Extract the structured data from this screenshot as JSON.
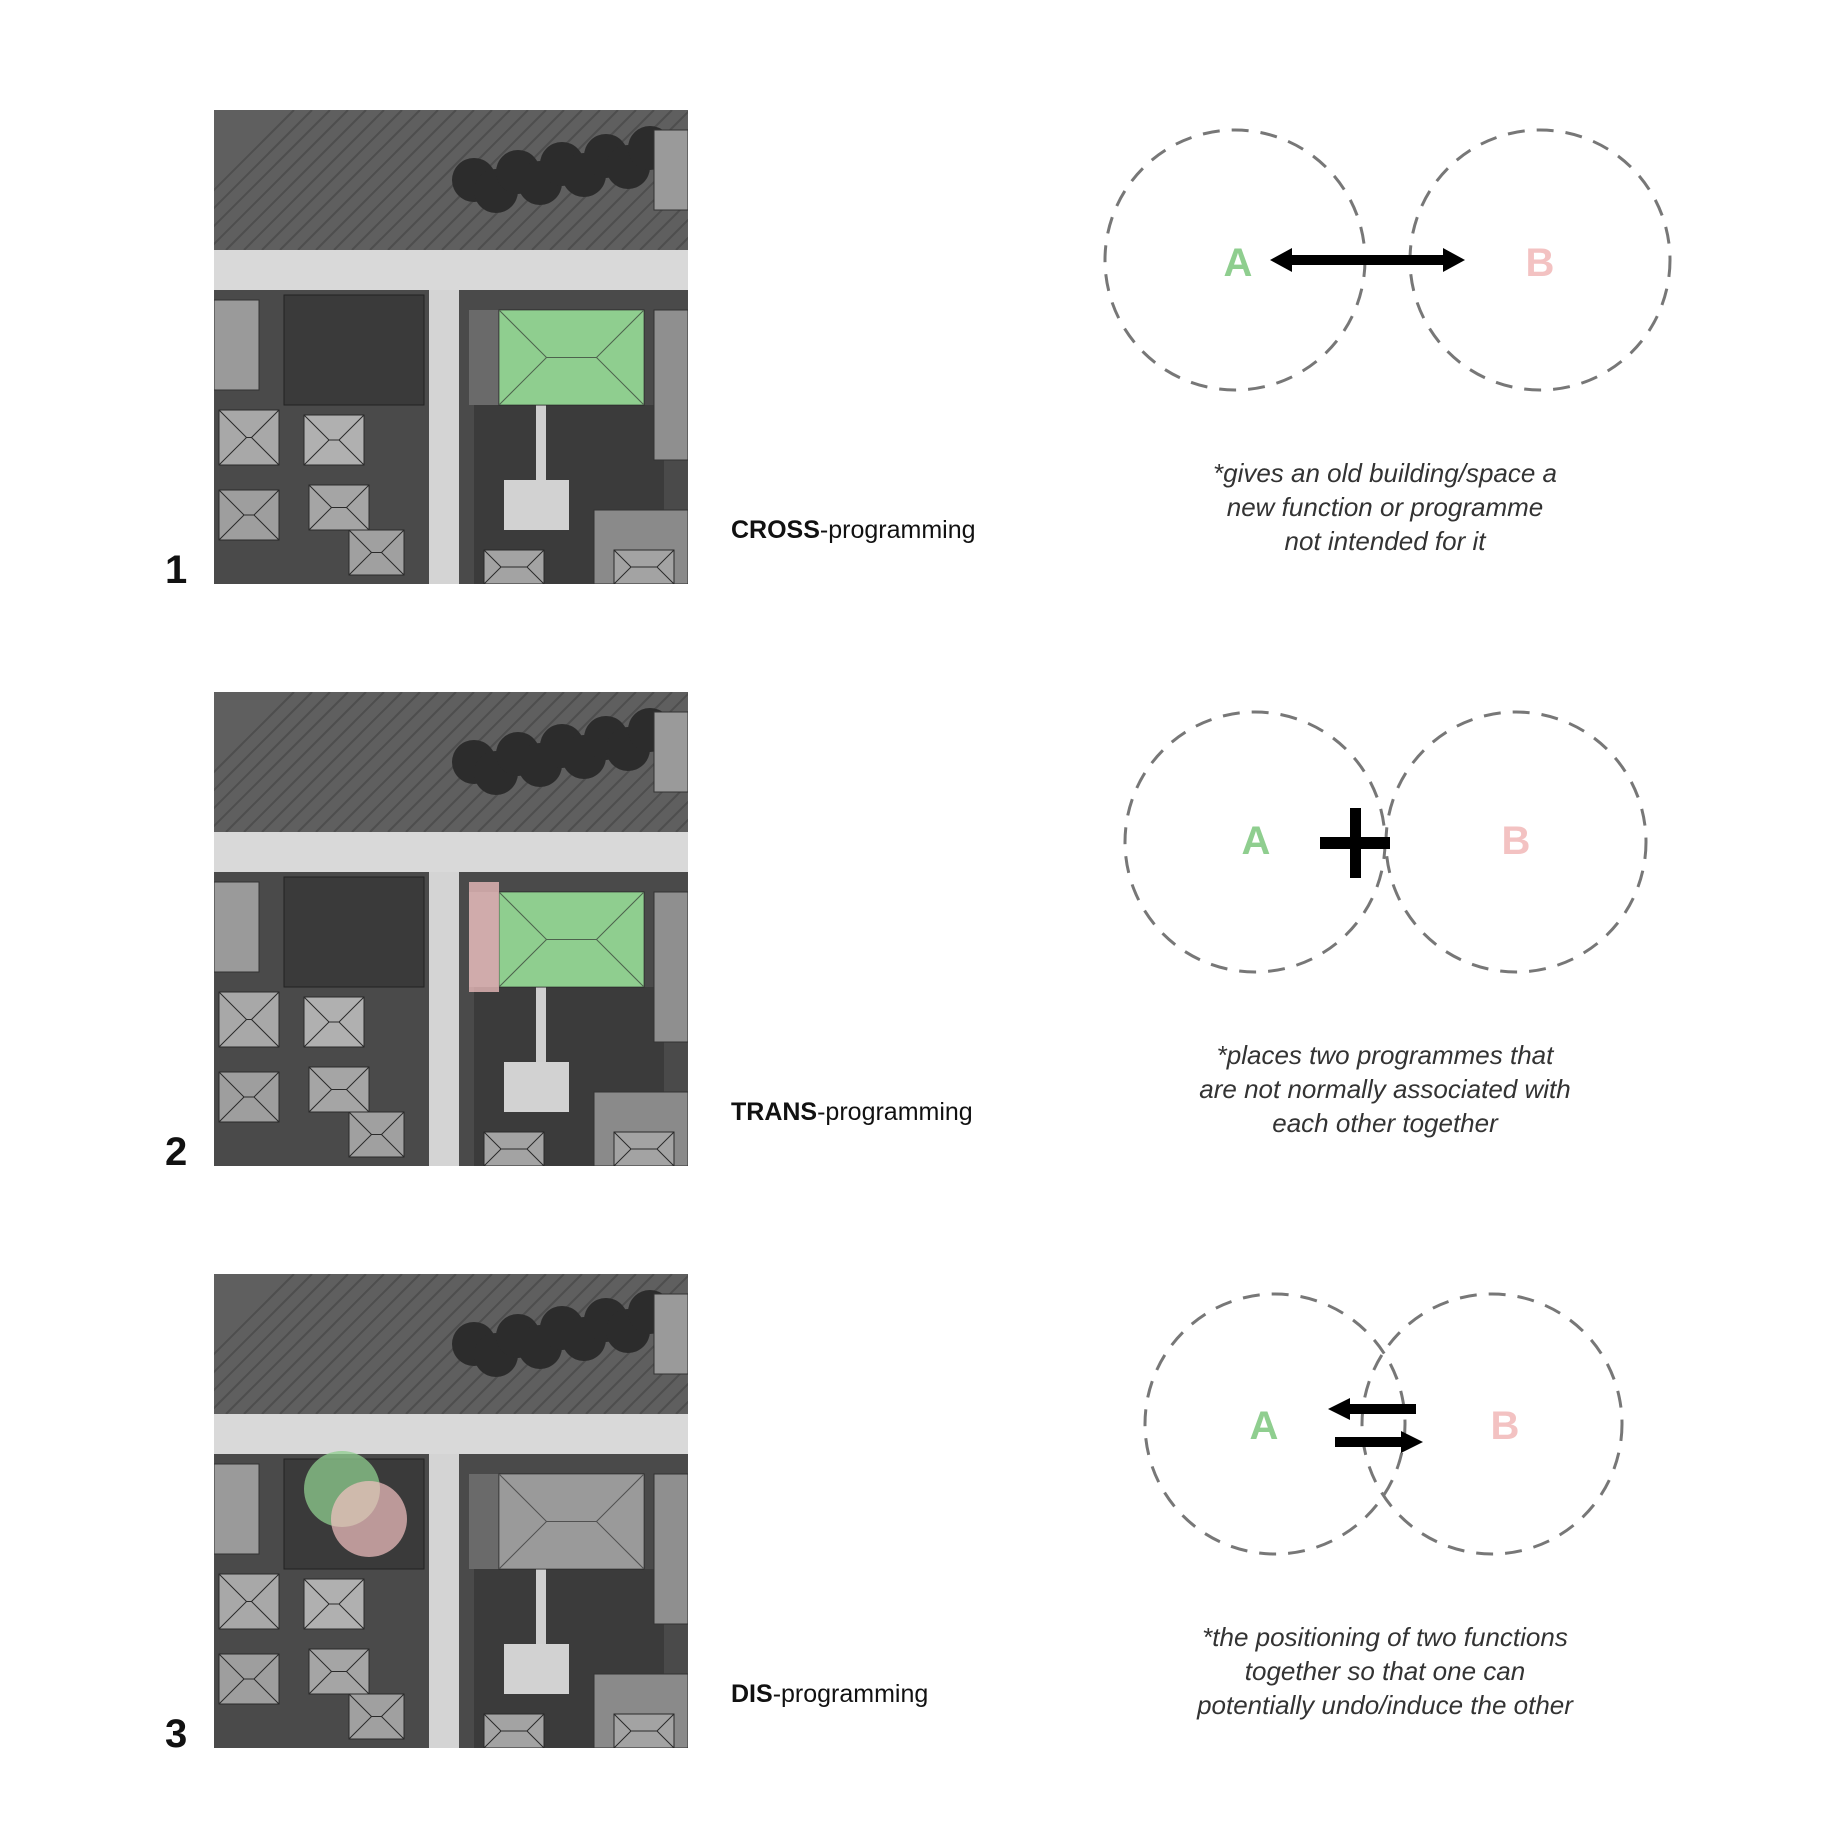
{
  "panels": [
    {
      "number": "1",
      "label_bold": "CROSS",
      "label_rest": "-programming",
      "diagram_type": "double-arrow",
      "circle_a": "A",
      "circle_b": "B",
      "caption_lines": [
        "*gives an old building/space a",
        "new function or programme",
        "not intended for it"
      ]
    },
    {
      "number": "2",
      "label_bold": "TRANS",
      "label_rest": "-programming",
      "diagram_type": "plus",
      "circle_a": "A",
      "circle_b": "B",
      "caption_lines": [
        "*places two programmes that",
        "are not normally associated with",
        "each other together"
      ]
    },
    {
      "number": "3",
      "label_bold": "DIS",
      "label_rest": "-programming",
      "diagram_type": "exchange-arrows",
      "circle_a": "A",
      "circle_b": "B",
      "caption_lines": [
        "*the positioning of two functions",
        "together so that one can",
        "potentially undo/induce the other"
      ]
    }
  ],
  "colors": {
    "green": "#8fce8f",
    "pink": "#f3c2c2",
    "circle_stroke": "#777777",
    "arrow": "#000000"
  }
}
